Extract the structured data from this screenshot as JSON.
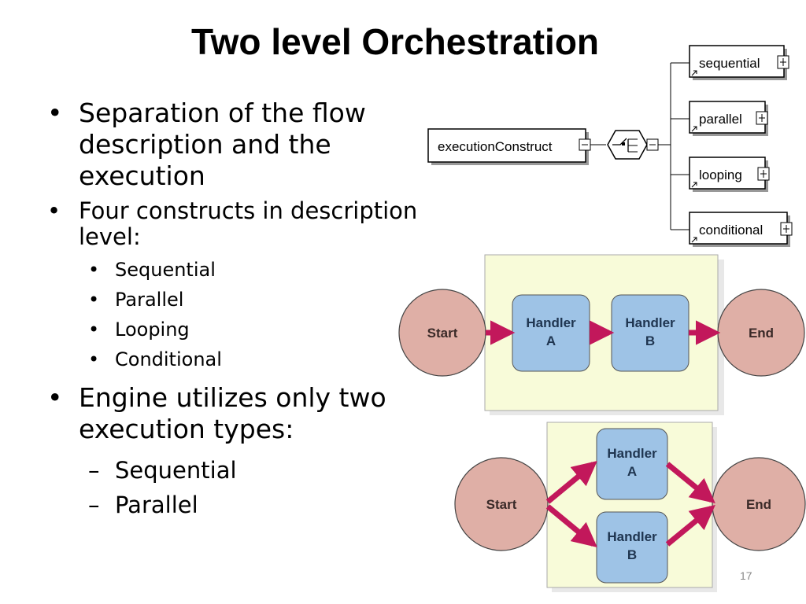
{
  "slide": {
    "title": "Two level Orchestration",
    "page_number": "17"
  },
  "bullets": [
    {
      "text": "Separation of the flow description and the execution"
    },
    {
      "text": "Four constructs in description level:",
      "subitems": [
        "Sequential",
        "Parallel",
        "Looping",
        "Conditional"
      ]
    },
    {
      "text": "Engine utilizes only two execution types:",
      "subitems": [
        "Sequential",
        "Parallel"
      ]
    }
  ],
  "schema_diagram": {
    "root": "executionConstruct",
    "children": [
      "sequential",
      "parallel",
      "looping",
      "conditional"
    ]
  },
  "sequential_flow": {
    "start": "Start",
    "handler_a": "Handler A",
    "handler_b": "Handler B",
    "end": "End"
  },
  "parallel_flow": {
    "start": "Start",
    "handler_a": "Handler A",
    "handler_b": "Handler B",
    "end": "End"
  },
  "colors": {
    "node_fill": "#dfafa6",
    "handler_fill": "#9ec3e6",
    "panel_fill": "#f8fbd9",
    "arrow": "#c2185b"
  }
}
